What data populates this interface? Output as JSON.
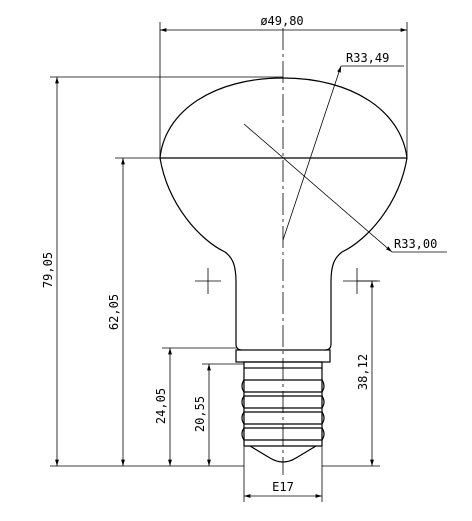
{
  "dimensions": {
    "top_diameter": "ø49,80",
    "radius_upper": "R33,49",
    "radius_lower": "R33,00",
    "total_height": "79,05",
    "height_to_shoulder": "62,05",
    "base_height": "24,05",
    "thread_height": "20,55",
    "center_mark_height": "38,12",
    "base_type": "E17"
  }
}
